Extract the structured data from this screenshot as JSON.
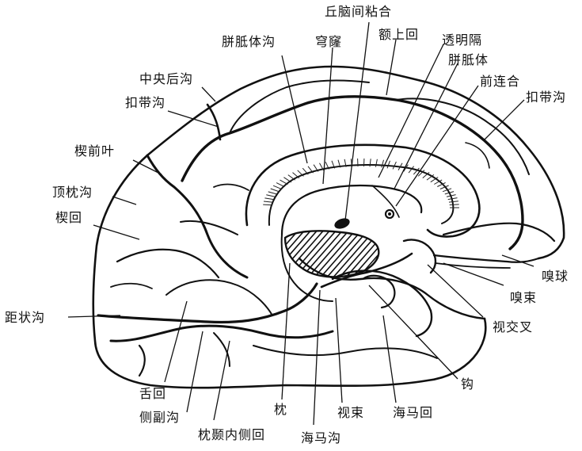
{
  "labels": {
    "zhongyang_hougou": "中央后沟",
    "koudai_gou_left": "扣带沟",
    "xiqian_ye": "楔前叶",
    "dingzhen_gou": "顶枕沟",
    "xie_hui": "楔回",
    "juzhuang_gou": "距状沟",
    "she_hui": "舌回",
    "cefu_gou": "侧副沟",
    "zhennie_neice_hui": "枕颞内侧回",
    "zhen": "枕",
    "haima_gou": "海马沟",
    "shi_shu": "视束",
    "haima_hui": "海马回",
    "gou": "钩",
    "shi_jiaocha": "视交叉",
    "xiu_shu": "嗅束",
    "xiu_qiu": "嗅球",
    "koudai_gou_right": "扣带沟",
    "qian_lianhe": "前连合",
    "pianzhi_ti": "胼胝体",
    "touming_ge": "透明隔",
    "e_shanghui": "额上回",
    "qiunao_jian_nianhe": "丘脑间粘合",
    "qiong_long": "穹窿",
    "pianzhi_ti_gou": "胼胝体沟"
  }
}
